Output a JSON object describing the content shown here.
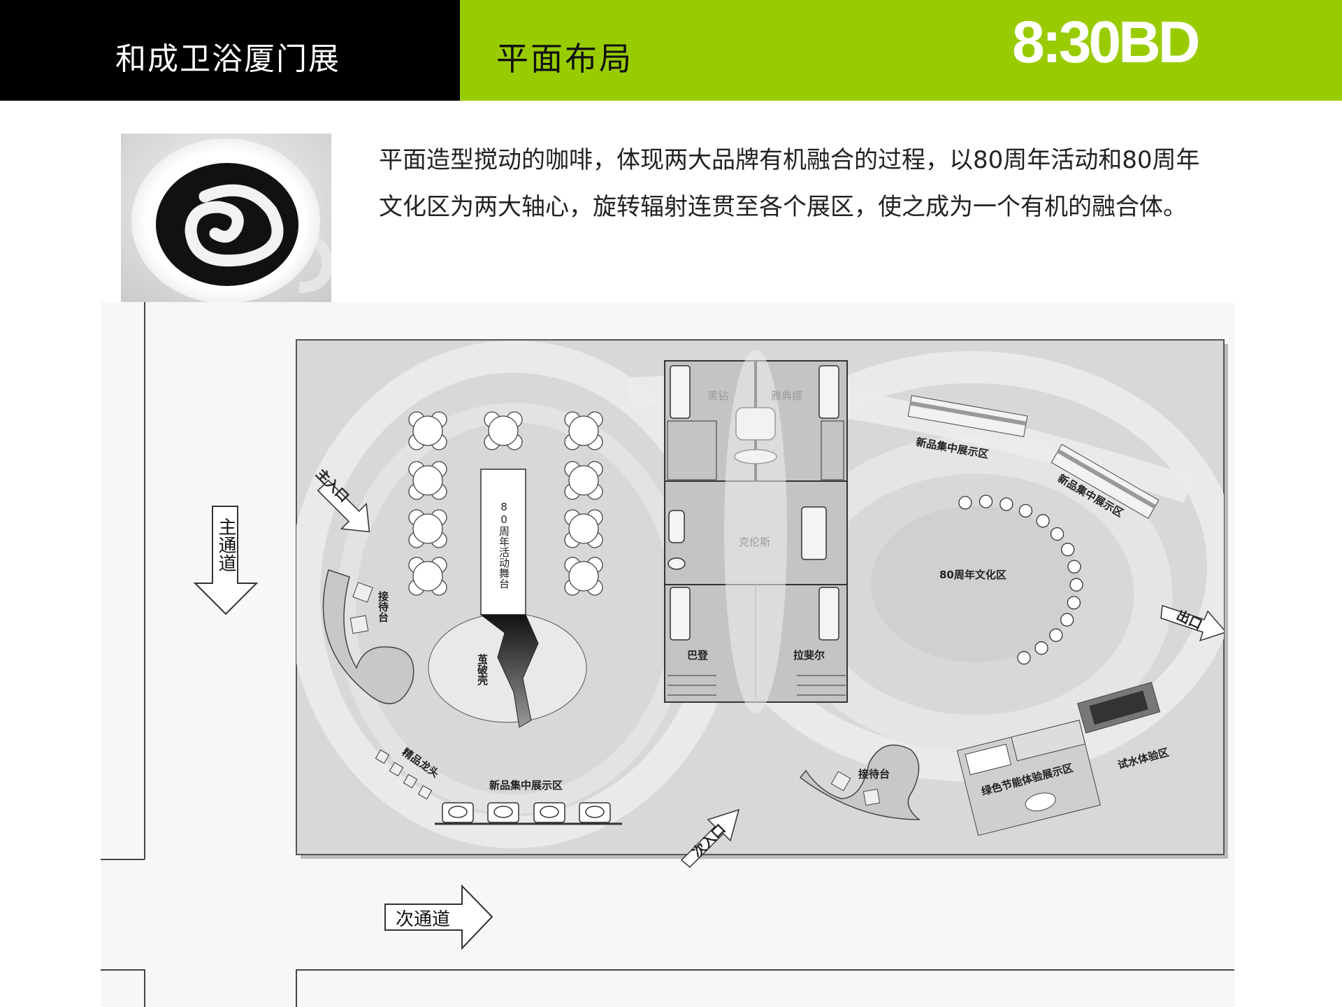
{
  "header": {
    "brand_title": "和成卫浴厦门展",
    "section_title": "平面布局",
    "logo": "8:30BD",
    "accent_color": "#99cc00"
  },
  "intro": {
    "image": "coffee-swirl-image",
    "text": "平面造型搅动的咖啡，体现两大品牌有机融合的过程，以80周年活动和80周年文化区为两大轴心，旋转辐射连贯至各个展区，使之成为一个有机的融合体。"
  },
  "aisles": {
    "main": "主通道",
    "secondary": "次通道"
  },
  "floor_plan": {
    "main_entrance": "主入口",
    "secondary_entrance": "次入口",
    "exit": "出口",
    "reception_left": "接待台",
    "reception_right": "接待台",
    "stage": "80周年活动舞台",
    "cocoon": "茧破壳",
    "faucets": "精品龙头",
    "new_products_bottom": "新品集中展示区",
    "new_products_top1": "新品集中展示区",
    "new_products_top2": "新品集中展示区",
    "culture_zone": "80周年文化区",
    "green_zone": "绿色节能体验展示区",
    "water_test_zone": "试水体验区",
    "rooms": [
      "黑钻",
      "雅典娜",
      "克伦斯",
      "巴登",
      "拉斐尔"
    ]
  }
}
